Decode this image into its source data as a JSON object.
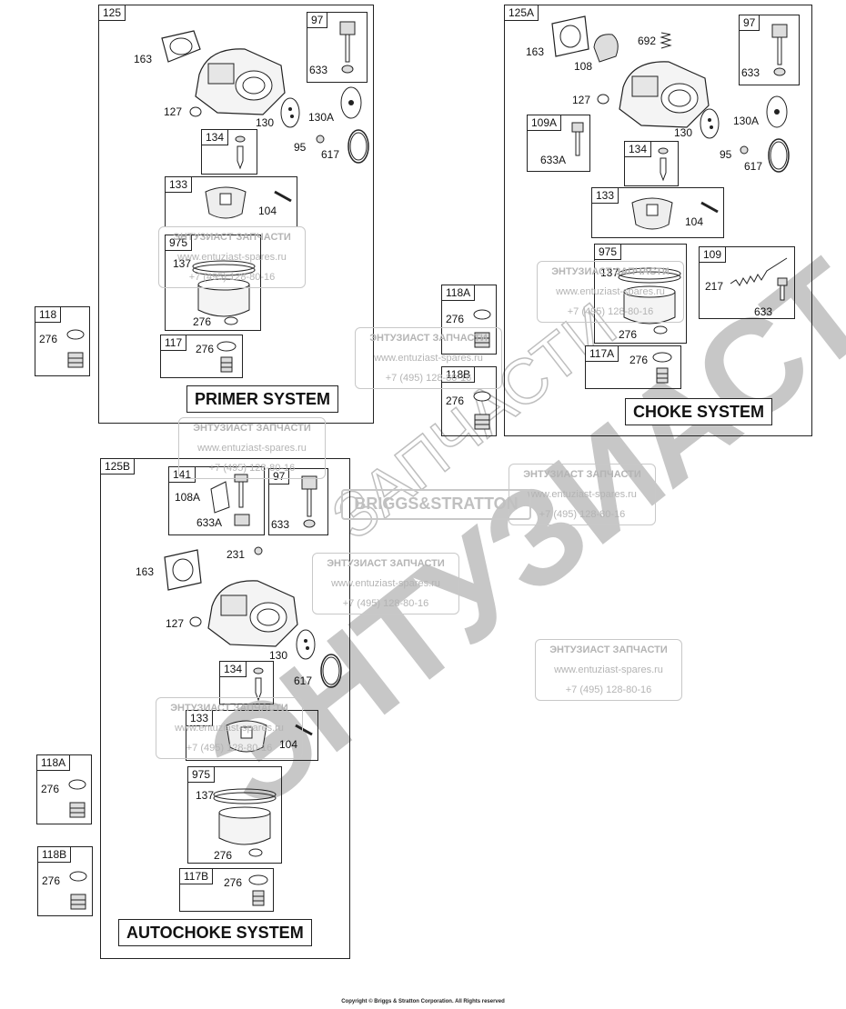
{
  "watermark": {
    "big_text": "ЗАПЧАСТИ",
    "big_brand": "ЭНТУЗИАСТ",
    "company": "ЭНТУЗИАСТ ЗАПЧАСТИ",
    "site": "www.entuziast-spares.ru",
    "phone": "+7 (495) 128-80-16",
    "brand_logo": "BRIGGS&STRATTON"
  },
  "sections": {
    "primer": {
      "tag": "125",
      "title": "PRIMER SYSTEM"
    },
    "choke": {
      "tag": "125A",
      "title": "CHOKE SYSTEM"
    },
    "autochoke": {
      "tag": "125B",
      "title": "AUTOCHOKE SYSTEM"
    }
  },
  "labels": {
    "p163": "163",
    "p127": "127",
    "p130": "130",
    "p130A": "130A",
    "p95": "95",
    "p617": "617",
    "p97": "97",
    "p633": "633",
    "p134": "134",
    "p133": "133",
    "p104": "104",
    "p975": "975",
    "p137": "137",
    "p276": "276",
    "p117": "117",
    "p276b": "276",
    "p118": "118",
    "p276c": "276",
    "c163": "163",
    "c108": "108",
    "c692": "692",
    "c127": "127",
    "c130": "130",
    "c130A": "130A",
    "c95": "95",
    "c617": "617",
    "c97": "97",
    "c633": "633",
    "c109A": "109A",
    "c633A": "633A",
    "c134": "134",
    "c133": "133",
    "c104": "104",
    "c975": "975",
    "c137": "137",
    "c276": "276",
    "c109": "109",
    "c217": "217",
    "c633b": "633",
    "c117A": "117A",
    "c276b": "276",
    "c118A": "118A",
    "c276c": "276",
    "c118B": "118B",
    "c276d": "276",
    "a141": "141",
    "a108A": "108A",
    "a633A": "633A",
    "a97": "97",
    "a633": "633",
    "a231": "231",
    "a163": "163",
    "a127": "127",
    "a130": "130",
    "a617": "617",
    "a134": "134",
    "a133": "133",
    "a104": "104",
    "a975": "975",
    "a137": "137",
    "a276": "276",
    "a117B": "117B",
    "a276b": "276",
    "a118A": "118A",
    "a276c": "276",
    "a118B": "118B",
    "a276d": "276"
  },
  "copyright": "Copyright © Briggs & Stratton Corporation. All Rights reserved"
}
